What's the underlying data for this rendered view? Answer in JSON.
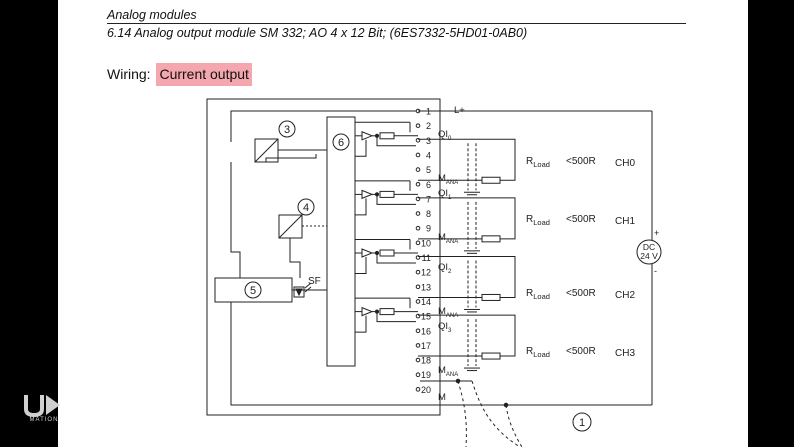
{
  "document": {
    "section": "Analog modules",
    "subtitle": "6.14 Analog output module SM 332; AO 4 x 12 Bit; (6ES7332-5HD01-0AB0)",
    "wiring_label": "Wiring:",
    "wiring_highlight": "Current output",
    "highlight_color": "#f4a7ae"
  },
  "diagram": {
    "terminals": [
      "1",
      "2",
      "3",
      "4",
      "5",
      "6",
      "7",
      "8",
      "9",
      "10",
      "11",
      "12",
      "13",
      "14",
      "15",
      "16",
      "17",
      "18",
      "19",
      "20"
    ],
    "terminal_labels": {
      "L+": "L+",
      "QI0_main": "QI",
      "QI0_sub": "0",
      "MANA6_main": "M",
      "MANA6_sub": "ANA",
      "QI1_main": "QI",
      "QI1_sub": "1",
      "MANA10_main": "M",
      "MANA10_sub": "ANA",
      "QI2_main": "QI",
      "QI2_sub": "2",
      "MANA14_main": "M",
      "MANA14_sub": "ANA",
      "QI3_main": "QI",
      "QI3_sub": "3",
      "MANA18_main": "M",
      "MANA18_sub": "ANA",
      "M": "M"
    },
    "callouts": {
      "c1": "1",
      "c3": "3",
      "c4": "4",
      "c5": "5",
      "c6": "6"
    },
    "sf_label": "SF",
    "channels": [
      {
        "rload_main": "R",
        "rload_sub": "Load",
        "limit": "<500R",
        "name": "CH0"
      },
      {
        "rload_main": "R",
        "rload_sub": "Load",
        "limit": "<500R",
        "name": "CH1"
      },
      {
        "rload_main": "R",
        "rload_sub": "Load",
        "limit": "<500R",
        "name": "CH2"
      },
      {
        "rload_main": "R",
        "rload_sub": "Load",
        "limit": "<500R",
        "name": "CH3"
      }
    ],
    "supply": {
      "line1": "DC",
      "line2": "24 V",
      "plus": "+",
      "minus": "-"
    }
  },
  "logo": {
    "text": "MATION"
  },
  "colors": {
    "background": "#000000",
    "page": "#ffffff",
    "line": "#222222"
  }
}
